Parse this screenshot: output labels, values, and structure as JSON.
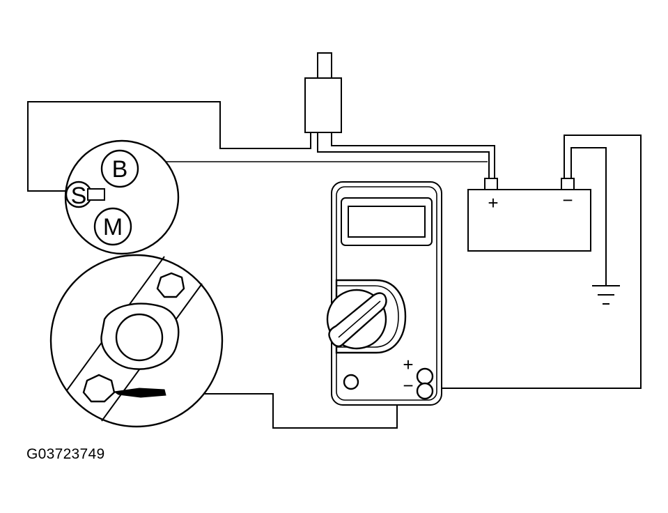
{
  "figure_id": "G03723749",
  "solenoid": {
    "terminal_b": "B",
    "terminal_s": "S",
    "terminal_m": "M"
  },
  "battery": {
    "positive_label": "+",
    "negative_label": "−"
  },
  "multimeter": {
    "positive_jack_label": "+",
    "negative_jack_label": "−"
  },
  "ground": {
    "symbol": "ground-icon"
  },
  "colors": {
    "line": "#000000",
    "background": "#ffffff"
  }
}
